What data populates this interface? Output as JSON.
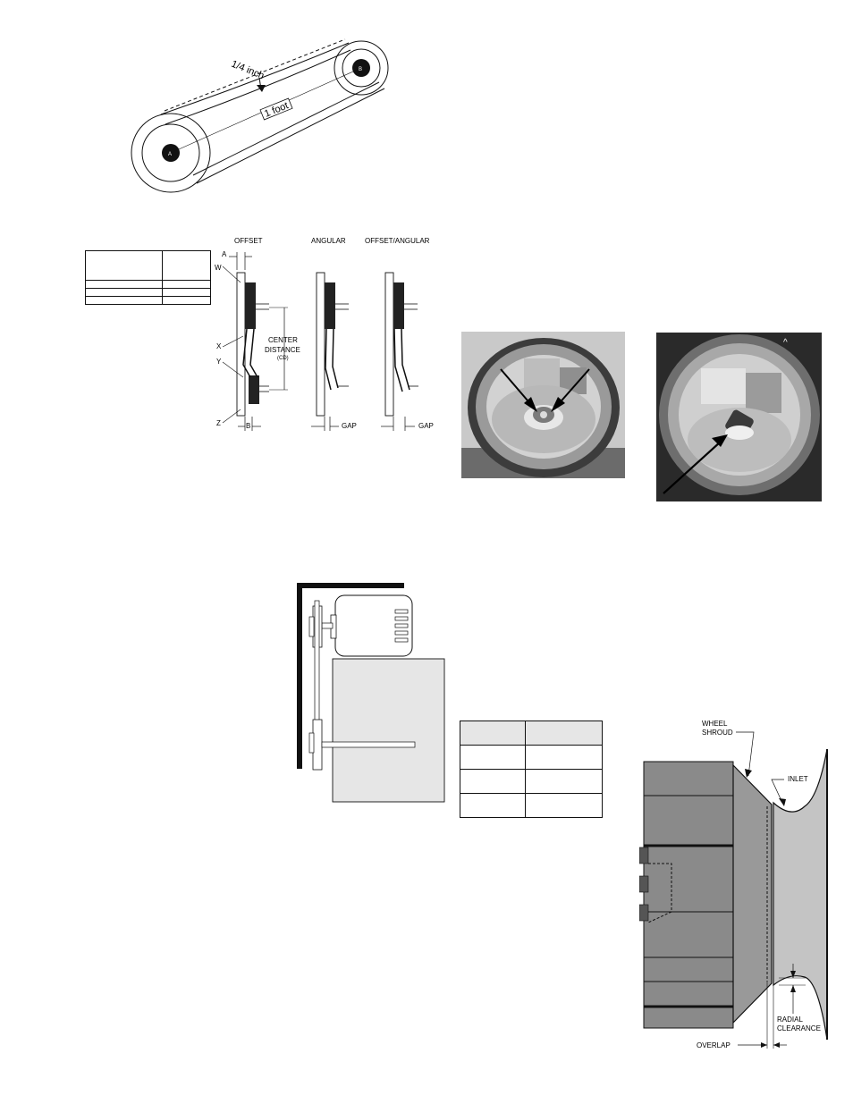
{
  "belt_figure": {
    "deflection_label": "1/4 inch",
    "span_label": "1 foot",
    "small_pulley_label": "B",
    "large_pulley_label": "A"
  },
  "alignment_figure": {
    "headings": [
      "OFFSET",
      "ANGULAR",
      "OFFSET/ANGULAR"
    ],
    "points": {
      "a": "A",
      "w": "W",
      "x": "X",
      "y": "Y",
      "z": "Z",
      "b": "B"
    },
    "center_distance": [
      "CENTER",
      "DISTANCE",
      "(CD)"
    ],
    "gap_label": "GAP"
  },
  "small_table": {
    "rows": 3,
    "cols": 2
  },
  "clearance_figure": {
    "wheel_shroud": [
      "WHEEL",
      "SHROUD"
    ],
    "inlet": "INLET",
    "radial_clearance": [
      "RADIAL",
      "CLEARANCE"
    ],
    "overlap": "OVERLAP"
  },
  "colors": {
    "ink": "#111111",
    "panel_gray": "#e6e6e6",
    "housing_gray": "#8a8a8a",
    "inlet_gray": "#c4c4c4"
  }
}
